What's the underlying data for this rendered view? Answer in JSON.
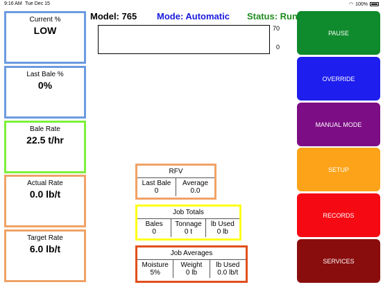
{
  "statusbar": {
    "time": "9:16 AM",
    "date": "Tue Dec 15",
    "wifi_icon": "wifi-icon",
    "battery": "100%"
  },
  "stats": [
    {
      "label": "Current %",
      "value": "LOW"
    },
    {
      "label": "Last Bale %",
      "value": "0%"
    },
    {
      "label": "Bale Rate",
      "value": "22.5 t/hr"
    },
    {
      "label": "Actual Rate",
      "value": "0.0 lb/t"
    },
    {
      "label": "Target Rate",
      "value": "6.0 lb/t"
    }
  ],
  "header": {
    "model": "Model: 765",
    "mode": "Mode: Automatic",
    "status": "Status: Run"
  },
  "graph": {
    "max_label": "70",
    "min_label": "0"
  },
  "rfv": {
    "title": "RFV",
    "cells": [
      {
        "label": "Last Bale",
        "value": "0"
      },
      {
        "label": "Average",
        "value": "0.0"
      }
    ]
  },
  "job_totals": {
    "title": "Job Totals",
    "cells": [
      {
        "label": "Bales",
        "value": "0"
      },
      {
        "label": "Tonnage",
        "value": "0 t"
      },
      {
        "label": "lb Used",
        "value": "0 lb"
      }
    ]
  },
  "job_averages": {
    "title": "Job Averages",
    "cells": [
      {
        "label": "Moisture",
        "value": "5%"
      },
      {
        "label": "Weight",
        "value": "0 lb"
      },
      {
        "label": "lb Used",
        "value": "0.0 lb/t"
      }
    ]
  },
  "buttons": {
    "pause": "PAUSE",
    "override": "OVERRIDE",
    "manual_mode": "MANUAL MODE",
    "setup": "SETUP",
    "records": "RECORDS",
    "services": "SERVICES"
  },
  "colors": {
    "pause": "#0f8a2c",
    "override": "#1e1eee",
    "manual_mode": "#7c0d84",
    "setup": "#fca319",
    "records": "#f50a14",
    "services": "#8a0d0d",
    "mode_text": "#1a1adc",
    "status_text": "#1f8c1f"
  }
}
